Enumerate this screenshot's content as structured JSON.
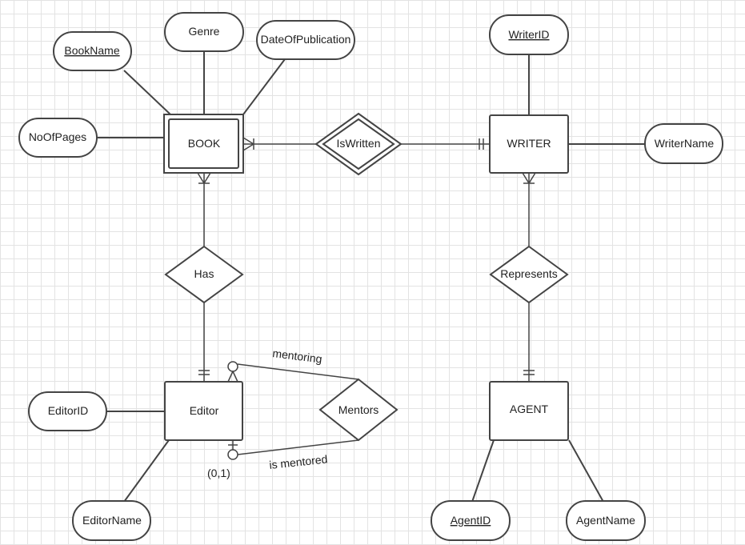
{
  "entities": {
    "book": "BOOK",
    "writer": "WRITER",
    "editor": "Editor",
    "agent": "AGENT"
  },
  "relationships": {
    "is_written": "IsWritten",
    "has": "Has",
    "represents": "Represents",
    "mentors": "Mentors"
  },
  "attributes": {
    "book_name": "BookName",
    "genre": "Genre",
    "date_of_publication": "DateOfPublication",
    "no_of_pages": "NoOfPages",
    "writer_id": "WriterID",
    "writer_name": "WriterName",
    "editor_id": "EditorID",
    "editor_name": "EditorName",
    "agent_id": "AgentID",
    "agent_name": "AgentName"
  },
  "labels": {
    "mentoring": "mentoring",
    "is_mentored": "is mentored",
    "cardinality": "(0,1)"
  }
}
